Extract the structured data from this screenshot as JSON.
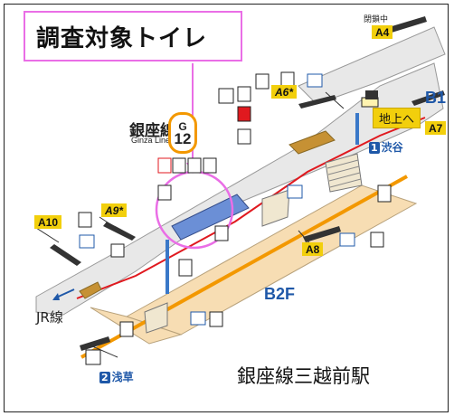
{
  "callout": {
    "text": "調査対象トイレ"
  },
  "station": {
    "name": "銀座線三越前駅"
  },
  "line": {
    "name_ja": "銀座線",
    "name_en": "Ginza Line",
    "code_letter": "G",
    "code_number": "12"
  },
  "floors": {
    "b2": "B2F",
    "b1": "B1"
  },
  "exits": [
    "A4",
    "A6*",
    "A7",
    "A8",
    "A9*",
    "A10"
  ],
  "labels": {
    "jr": "JR線",
    "ground_exit": "地上へ",
    "closed_note": "閉鎖中"
  },
  "directions": [
    {
      "num": "1",
      "text": "渋谷"
    },
    {
      "num": "2",
      "text": "浅草"
    }
  ],
  "colors": {
    "platform": "#f7ddb3",
    "concourse": "#e8e8e8",
    "ginza_line": "#f39800",
    "track": "#e0191f",
    "highlight": "#ea6ee6",
    "exit_tag": "#f2cf0c",
    "floor_label": "#1f58a8",
    "escalator": "#3a78c8"
  },
  "icons": [
    "phone-icon",
    "elevator-icon",
    "restroom-icon",
    "aed-icon",
    "coin-locker-icon",
    "ticket-icon",
    "wheelchair-icon"
  ]
}
